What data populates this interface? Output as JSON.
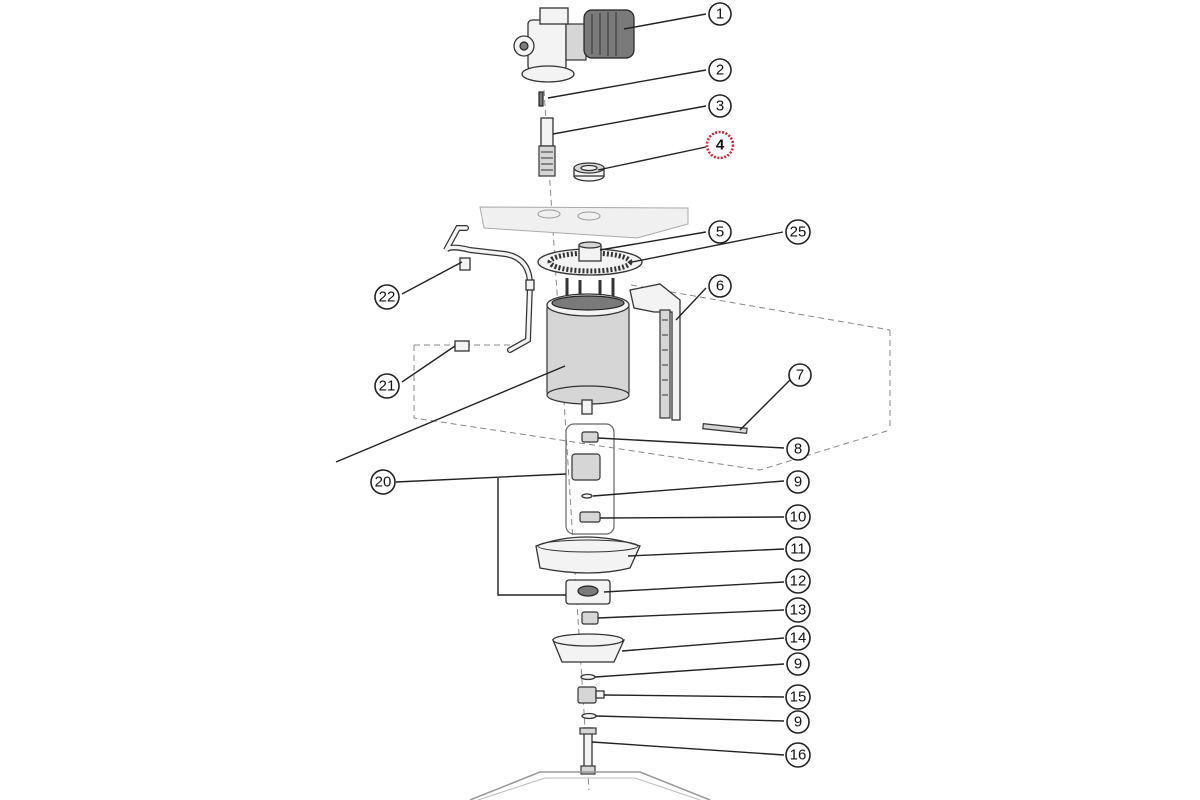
{
  "accent_color": "#d6283b",
  "highlighted_label": "4",
  "callouts": [
    {
      "id": "c1",
      "label": "1"
    },
    {
      "id": "c2",
      "label": "2"
    },
    {
      "id": "c3",
      "label": "3"
    },
    {
      "id": "c4",
      "label": "4"
    },
    {
      "id": "c5",
      "label": "5"
    },
    {
      "id": "c25",
      "label": "25"
    },
    {
      "id": "c6",
      "label": "6"
    },
    {
      "id": "c22",
      "label": "22"
    },
    {
      "id": "c21",
      "label": "21"
    },
    {
      "id": "c7",
      "label": "7"
    },
    {
      "id": "c8",
      "label": "8"
    },
    {
      "id": "c20",
      "label": "20"
    },
    {
      "id": "c9a",
      "label": "9"
    },
    {
      "id": "c10",
      "label": "10"
    },
    {
      "id": "c11",
      "label": "11"
    },
    {
      "id": "c12",
      "label": "12"
    },
    {
      "id": "c13",
      "label": "13"
    },
    {
      "id": "c14",
      "label": "14"
    },
    {
      "id": "c9b",
      "label": "9"
    },
    {
      "id": "c15",
      "label": "15"
    },
    {
      "id": "c9c",
      "label": "9"
    },
    {
      "id": "c16",
      "label": "16"
    }
  ]
}
